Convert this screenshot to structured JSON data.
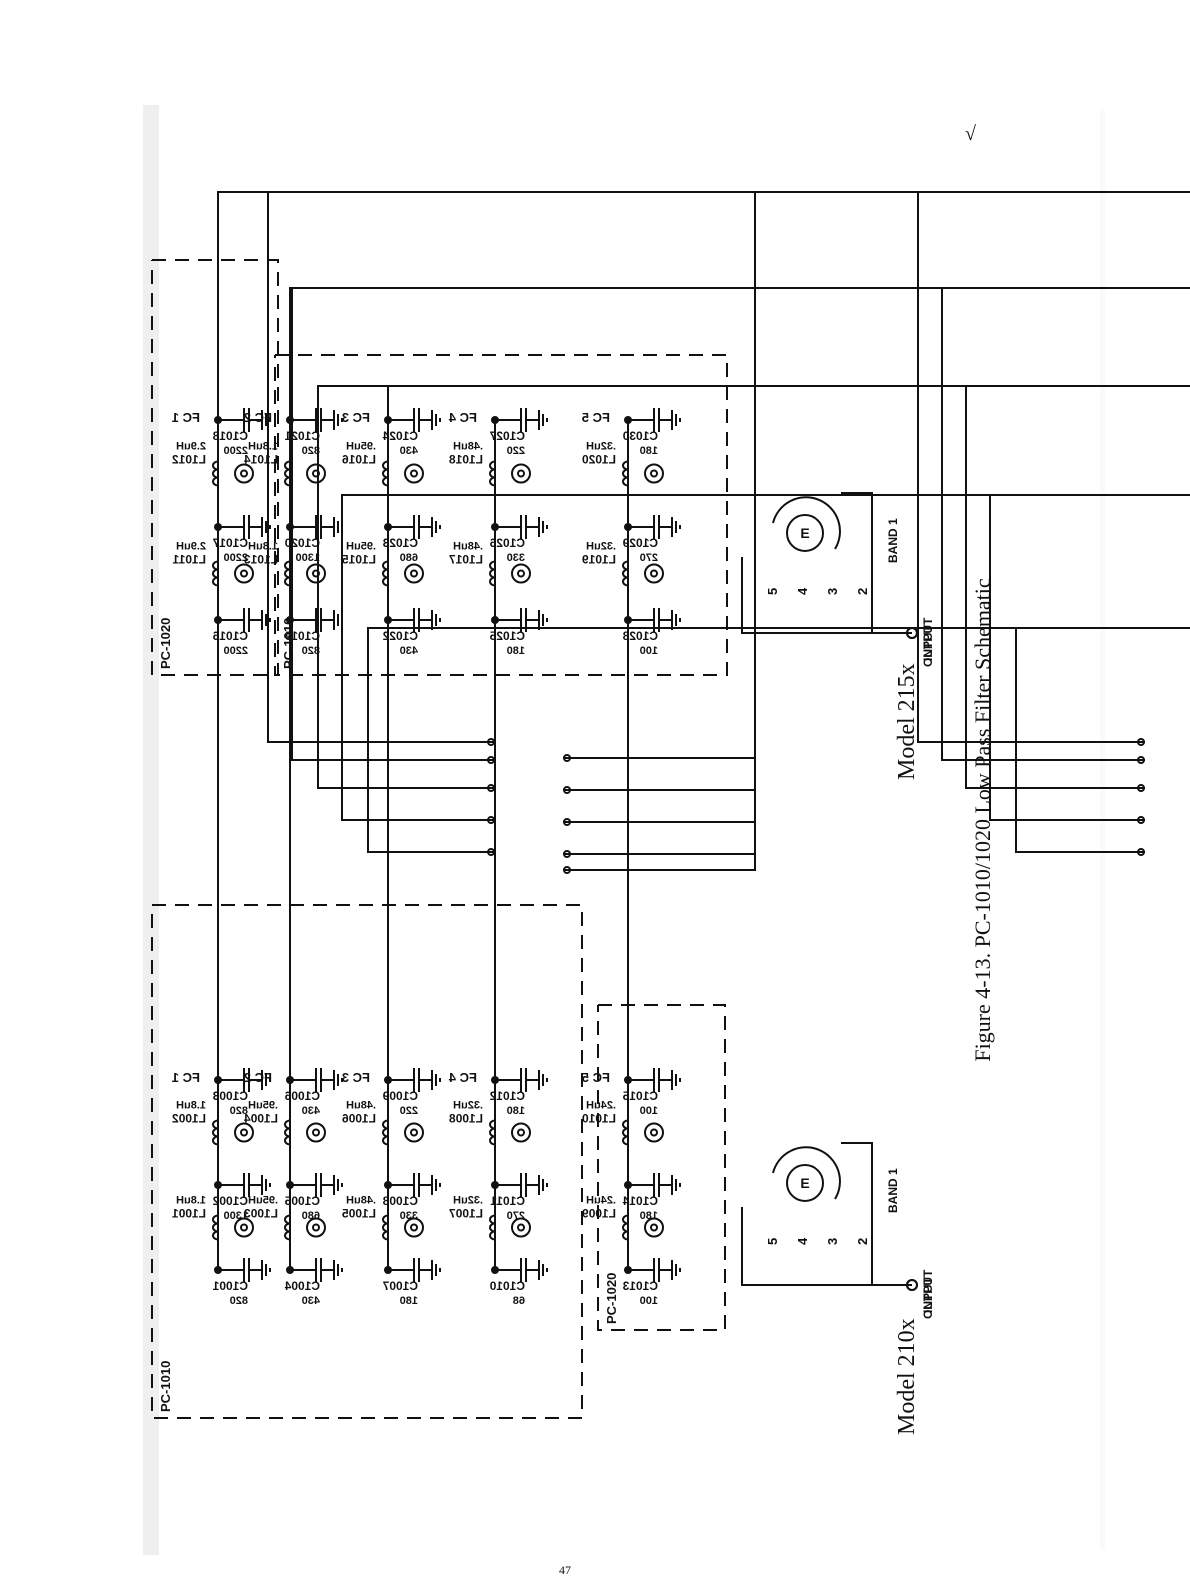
{
  "figure": {
    "caption": "Figure 4-13. PC-1010/1020 Low Pass Filter Schematic",
    "check_mark": "√",
    "page_number": "47"
  },
  "models": [
    {
      "title": "Model 210x",
      "board_label": "PC-1010",
      "inner_board_label": "PC-1020",
      "input_label": "INPUT",
      "output_label": "OUTPUT",
      "band_label": "BAND 1",
      "selector_label": "E",
      "position_labels": [
        "5",
        "4",
        "3",
        "2"
      ],
      "sections": [
        {
          "name": "FC 1",
          "inductors": [
            {
              "ref": "L1001",
              "value": "1.8uH"
            },
            {
              "ref": "L1002",
              "value": "1.8uH"
            }
          ],
          "capacitors": [
            {
              "ref": "C1001",
              "value": "820"
            },
            {
              "ref": "C1002",
              "value": "1300"
            },
            {
              "ref": "C1003",
              "value": "820"
            }
          ]
        },
        {
          "name": "FC 2",
          "inductors": [
            {
              "ref": "L1003",
              "value": ".95uH"
            },
            {
              "ref": "L1004",
              "value": ".95uH"
            }
          ],
          "capacitors": [
            {
              "ref": "C1004",
              "value": "430"
            },
            {
              "ref": "C1005",
              "value": "680"
            },
            {
              "ref": "C1006",
              "value": "430"
            }
          ]
        },
        {
          "name": "FC 3",
          "inductors": [
            {
              "ref": "L1005",
              "value": ".48uH"
            },
            {
              "ref": "L1006",
              "value": ".48uH"
            }
          ],
          "capacitors": [
            {
              "ref": "C1007",
              "value": "180"
            },
            {
              "ref": "C1008",
              "value": "330"
            },
            {
              "ref": "C1009",
              "value": "220"
            }
          ]
        },
        {
          "name": "FC 4",
          "inductors": [
            {
              "ref": "L1007",
              "value": ".32uH"
            },
            {
              "ref": "L1008",
              "value": ".32uH"
            }
          ],
          "capacitors": [
            {
              "ref": "C1010",
              "value": "68"
            },
            {
              "ref": "C1011",
              "value": "270"
            },
            {
              "ref": "C1012",
              "value": "180"
            }
          ]
        },
        {
          "name": "FC 5",
          "inductors": [
            {
              "ref": "L1009",
              "value": ".24uH"
            },
            {
              "ref": "L1010",
              "value": ".24uH"
            }
          ],
          "capacitors": [
            {
              "ref": "C1013",
              "value": "100"
            },
            {
              "ref": "C1014",
              "value": "180"
            },
            {
              "ref": "C1015",
              "value": "100"
            }
          ]
        }
      ]
    },
    {
      "title": "Model 215x",
      "board_label": "PC-1020",
      "inner_board_label": "PC-1010",
      "input_label": "INPUT",
      "output_label": "OUTPUT",
      "band_label": "BAND 1",
      "selector_label": "E",
      "position_labels": [
        "5",
        "4",
        "3",
        "2"
      ],
      "sections": [
        {
          "name": "FC 1",
          "inductors": [
            {
              "ref": "L1011",
              "value": "2.9uH"
            },
            {
              "ref": "L1012",
              "value": "2.9uH"
            }
          ],
          "capacitors": [
            {
              "ref": "C1016",
              "value": "2200"
            },
            {
              "ref": "C1017",
              "value": "2200"
            },
            {
              "ref": "C1018",
              "value": "2200"
            }
          ]
        },
        {
          "name": "FC 2",
          "inductors": [
            {
              "ref": "L1013",
              "value": "1.8uH"
            },
            {
              "ref": "L1014",
              "value": "1.8uH"
            }
          ],
          "capacitors": [
            {
              "ref": "C1019",
              "value": "820"
            },
            {
              "ref": "C1020",
              "value": "1300"
            },
            {
              "ref": "C1021",
              "value": "820"
            }
          ]
        },
        {
          "name": "FC 3",
          "inductors": [
            {
              "ref": "L1015",
              "value": ".95uH"
            },
            {
              "ref": "L1016",
              "value": ".95uH"
            }
          ],
          "capacitors": [
            {
              "ref": "C1022",
              "value": "430"
            },
            {
              "ref": "C1023",
              "value": "680"
            },
            {
              "ref": "C1024",
              "value": "430"
            }
          ]
        },
        {
          "name": "FC 4",
          "inductors": [
            {
              "ref": "L1017",
              "value": ".48uH"
            },
            {
              "ref": "L1018",
              "value": ".48uH"
            }
          ],
          "capacitors": [
            {
              "ref": "C1025",
              "value": "180"
            },
            {
              "ref": "C1026",
              "value": "330"
            },
            {
              "ref": "C1027",
              "value": "220"
            }
          ]
        },
        {
          "name": "FC 5",
          "inductors": [
            {
              "ref": "L1019",
              "value": ".32uH"
            },
            {
              "ref": "L1020",
              "value": ".32uH"
            }
          ],
          "capacitors": [
            {
              "ref": "C1028",
              "value": "100"
            },
            {
              "ref": "C1029",
              "value": "270"
            },
            {
              "ref": "C1030",
              "value": "180"
            }
          ]
        }
      ]
    }
  ]
}
